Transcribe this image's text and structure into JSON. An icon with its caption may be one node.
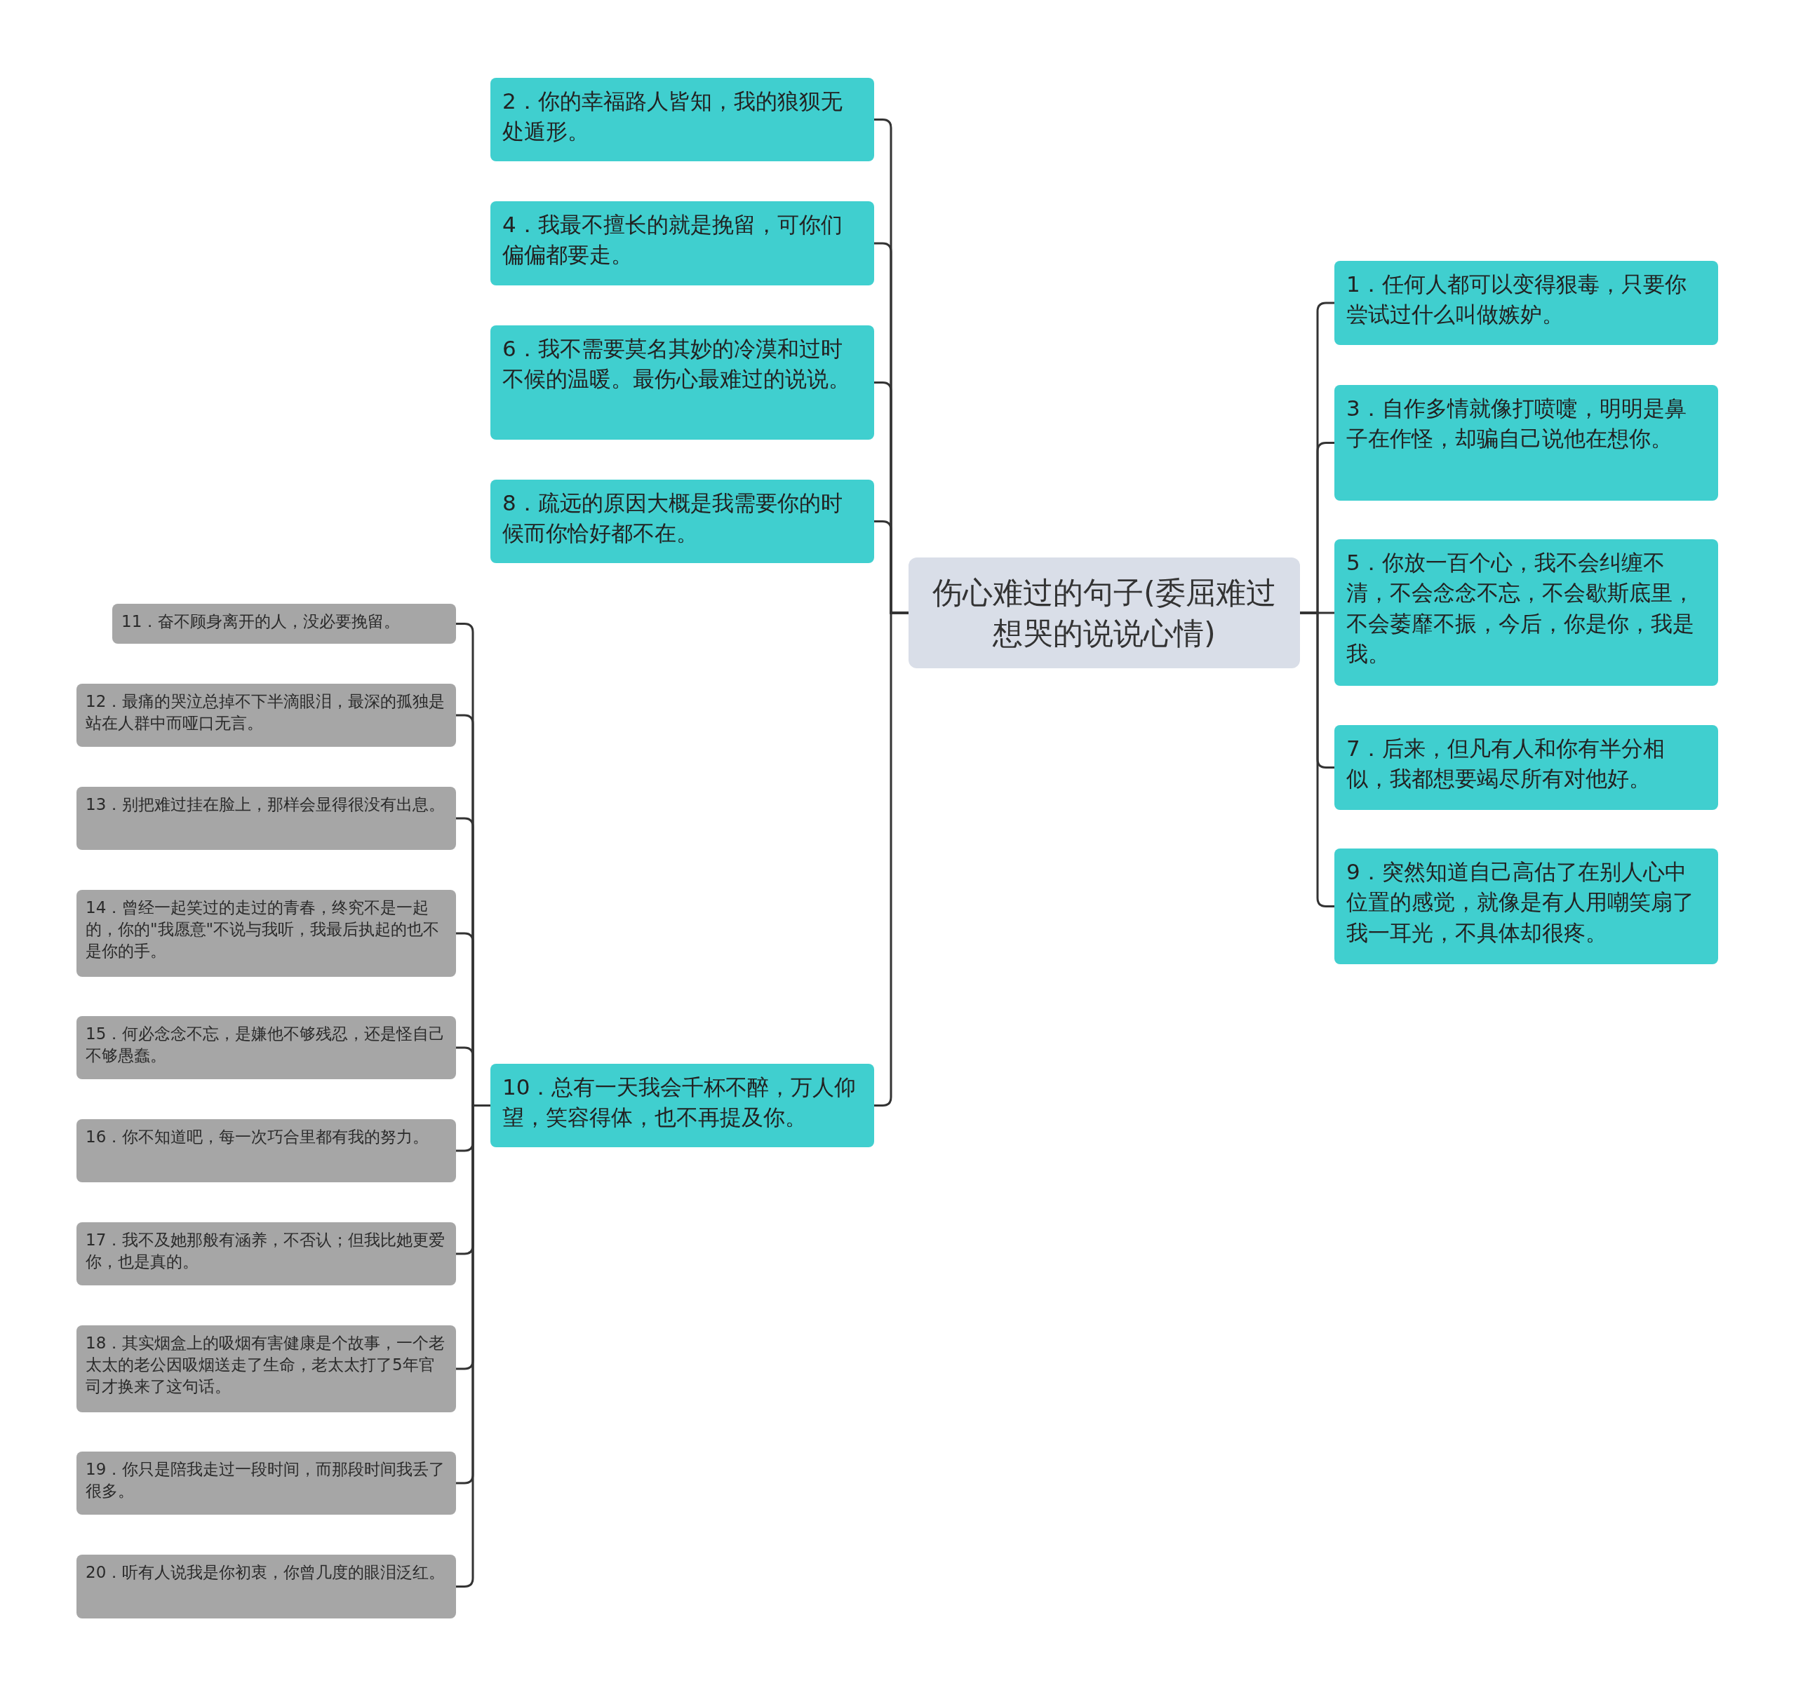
{
  "diagram": {
    "nodes": [
      {
        "text": [
          "伤心难过的句子(委屈难过想哭的说说心情)"
        ]
      },
      {
        "text": [
          "2．你的幸福路人皆知，我的狼狈无处遁形。"
        ]
      },
      {
        "text": [
          "4．我最不擅长的就是挽留，可你们偏偏都要走。"
        ]
      },
      {
        "text": [
          "6．我不需要莫名其妙的冷漠和过时不候的温暖。最伤心最难过的说说。"
        ]
      },
      {
        "text": [
          "8．疏远的原因大概是我需要你的时候而你恰好都不在。"
        ]
      },
      {
        "text": [
          "10．总有一天我会千杯不醉，万人仰望，笑容得体，也不再提及你。"
        ]
      },
      {
        "text": [
          "1．任何人都可以变得狠毒，只要你尝试过什么叫做嫉妒。"
        ]
      },
      {
        "text": [
          "3．自作多情就像打喷嚏，明明是鼻子在作怪，却骗自己说他在想你。"
        ]
      },
      {
        "text": [
          "5．你放一百个心，我不会纠缠不清，不会念念不忘，不会歇斯底里，不会萎靡不振，今后，你是你，我是我。"
        ]
      },
      {
        "text": [
          "7．后来，但凡有人和你有半分相似，我都想要竭尽所有对他好。"
        ]
      },
      {
        "text": [
          "9．突然知道自己高估了在别人心中位置的感觉，就像是有人用嘲笑扇了我一耳光，不具体却很疼。"
        ]
      },
      {
        "text": [
          "11．奋不顾身离开的人，没必要挽留。"
        ]
      },
      {
        "text": [
          "12．最痛的哭泣总掉不下半滴眼泪，最深的孤独是站在人群中而哑口无言。"
        ]
      },
      {
        "text": [
          "13．别把难过挂在脸上，那样会显得很没有出息。"
        ]
      },
      {
        "text": [
          "14．曾经一起笑过的走过的青春，终究不是一起的，你的\"我愿意\"不说与我听，我最后执起的也不是你的手。"
        ]
      },
      {
        "text": [
          "15．何必念念不忘，是嫌他不够残忍，还是怪自己不够愚蠢。"
        ]
      },
      {
        "text": [
          "16．你不知道吧，每一次巧合里都有我的努力。"
        ]
      },
      {
        "text": [
          "17．我不及她那般有涵养，不否认；但我比她更爱你，也是真的。"
        ]
      },
      {
        "text": [
          "18．其实烟盒上的吸烟有害健康是个故事，一个老太太的老公因吸烟送走了生命，老太太打了5年官司才换来了这句话。"
        ]
      },
      {
        "text": [
          "19．你只是陪我走过一段时间，而那段时间我丢了很多。"
        ]
      },
      {
        "text": [
          "20．听有人说我是你初衷，你曾几度的眼泪泛红。"
        ]
      }
    ],
    "edges": [
      {
        "from": 0,
        "to": 1,
        "arrow": "none"
      },
      {
        "from": 0,
        "to": 2,
        "arrow": "none"
      },
      {
        "from": 0,
        "to": 3,
        "arrow": "none"
      },
      {
        "from": 0,
        "to": 4,
        "arrow": "none"
      },
      {
        "from": 0,
        "to": 5,
        "arrow": "none"
      },
      {
        "from": 0,
        "to": 6,
        "arrow": "none"
      },
      {
        "from": 0,
        "to": 7,
        "arrow": "none"
      },
      {
        "from": 0,
        "to": 8,
        "arrow": "none"
      },
      {
        "from": 0,
        "to": 9,
        "arrow": "none"
      },
      {
        "from": 0,
        "to": 10,
        "arrow": "none"
      },
      {
        "from": 5,
        "to": 11,
        "arrow": "none"
      },
      {
        "from": 5,
        "to": 12,
        "arrow": "none"
      },
      {
        "from": 5,
        "to": 13,
        "arrow": "none"
      },
      {
        "from": 5,
        "to": 14,
        "arrow": "none"
      },
      {
        "from": 5,
        "to": 15,
        "arrow": "none"
      },
      {
        "from": 5,
        "to": 16,
        "arrow": "none"
      },
      {
        "from": 5,
        "to": 17,
        "arrow": "none"
      },
      {
        "from": 5,
        "to": 18,
        "arrow": "none"
      },
      {
        "from": 5,
        "to": 19,
        "arrow": "none"
      },
      {
        "from": 5,
        "to": 20,
        "arrow": "none"
      }
    ]
  }
}
